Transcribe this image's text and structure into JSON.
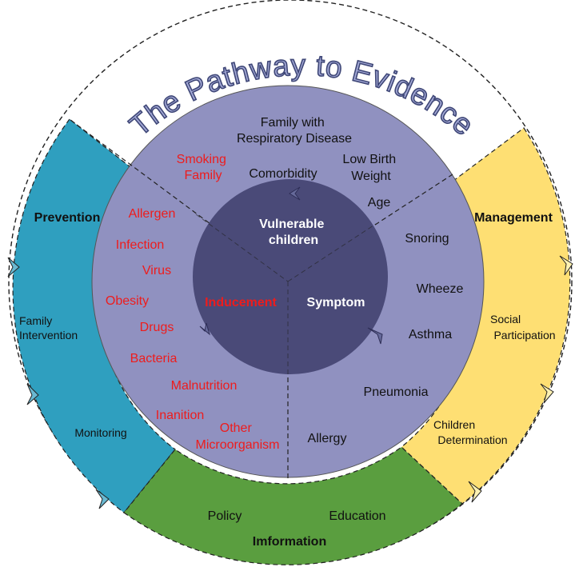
{
  "title": "The Pathway to Evidence",
  "core": {
    "vulnerable": [
      "Vulnerable",
      "children"
    ],
    "inducement": "Inducement",
    "symptom": "Symptom"
  },
  "vulnerable_factors": {
    "family_resp": [
      "Family with",
      "Respiratory Disease"
    ],
    "smoking_family": [
      "Smoking",
      "Family"
    ],
    "comorbidity": "Comorbidity",
    "low_birth_weight": [
      "Low Birth",
      "Weight"
    ],
    "age": "Age"
  },
  "inducement_factors": {
    "allergen": "Allergen",
    "infection": "Infection",
    "virus": "Virus",
    "obesity": "Obesity",
    "drugs": "Drugs",
    "bacteria": "Bacteria",
    "malnutrition": "Malnutrition",
    "inanition": "Inanition",
    "other_micro": [
      "Other",
      "Microorganism"
    ]
  },
  "symptom_factors": {
    "snoring": "Snoring",
    "wheeze": "Wheeze",
    "asthma": "Asthma",
    "pneumonia": "Pneumonia",
    "allergy": "Allergy"
  },
  "outer": {
    "prevention": {
      "title": "Prevention",
      "items": [
        [
          "Family",
          "Intervention"
        ],
        [
          "Monitoring"
        ]
      ]
    },
    "management": {
      "title": "Management",
      "items": [
        [
          "Social",
          "Participation"
        ],
        [
          "Children",
          "Determination"
        ]
      ]
    },
    "information": {
      "title": "Imformation",
      "items": [
        "Policy",
        "Education"
      ]
    }
  },
  "colors": {
    "prevention": "#2f9fbf",
    "management": "#fedf73",
    "information": "#5a9e3f",
    "middle_ring": "#9091c0",
    "inner_circle": "#4a4a78",
    "red_text": "#ee1c1c"
  }
}
